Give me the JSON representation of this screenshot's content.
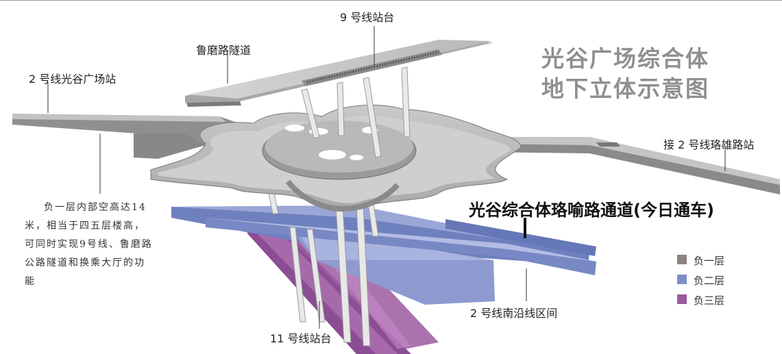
{
  "title": {
    "line1": "光谷广场综合体",
    "line2": "地下立体示意图"
  },
  "labels": {
    "line9_platform": "9 号线站台",
    "lumo_tunnel": "鲁磨路隧道",
    "line2_guanggu_station": "2 号线光谷广场站",
    "line2_luoxiong_connection": "接 2 号线珞雄路站",
    "passage_callout": "光谷综合体珞喻路通道(今日通车)",
    "line2_south_section": "2 号线南沿线区间",
    "line11_platform": "11 号线站台"
  },
  "note": "负一层内部空高达14米，相当于四五层楼高，可同时实现9号线、鲁磨路公路隧道和换乘大厅的功能",
  "legend": [
    {
      "label": "负一层",
      "color": "#8c8480"
    },
    {
      "label": "负二层",
      "color": "#7d8ec9"
    },
    {
      "label": "负三层",
      "color": "#9b5aa0"
    }
  ]
}
